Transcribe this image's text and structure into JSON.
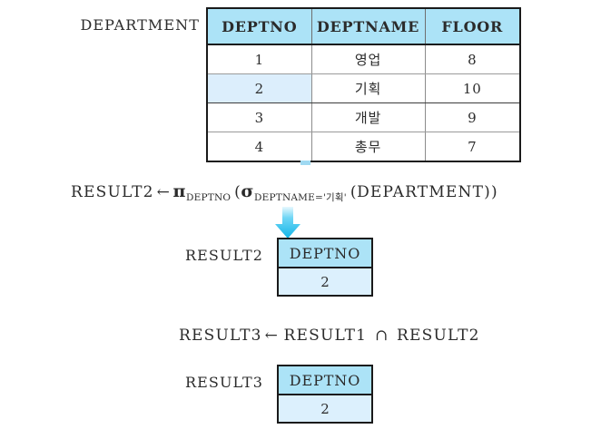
{
  "diagram": {
    "title_relation": "DEPARTMENT",
    "department_table": {
      "name": "DEPARTMENT",
      "columns": [
        "DEPTNO",
        "DEPTNAME",
        "FLOOR"
      ],
      "rows": [
        {
          "deptno": "1",
          "deptname": "영업",
          "floor": "8"
        },
        {
          "deptno": "2",
          "deptname": "기획",
          "floor": "10"
        },
        {
          "deptno": "3",
          "deptname": "개발",
          "floor": "9"
        },
        {
          "deptno": "4",
          "deptname": "총무",
          "floor": "7"
        }
      ],
      "highlighted_cell": "2"
    },
    "expression_result2": {
      "lhs": "RESULT2",
      "assign_arrow": "←",
      "project_op": "π",
      "project_subscript": "DEPTNO",
      "open_paren_1": "(",
      "select_op": "σ",
      "select_subscript": "DEPTNAME='기획'",
      "open_paren_2": "(",
      "operand": "DEPARTMENT",
      "close_parens": "))"
    },
    "flow_arrow": {
      "direction": "down",
      "color": "#29c5f6"
    },
    "result2_table": {
      "label": "RESULT2",
      "column": "DEPTNO",
      "value": "2"
    },
    "expression_result3": {
      "lhs": "RESULT3",
      "assign_arrow": "←",
      "left_operand": "RESULT1",
      "operator": "∩",
      "right_operand": "RESULT2"
    },
    "result3_table": {
      "label": "RESULT3",
      "column": "DEPTNO",
      "value": "2"
    },
    "colors": {
      "header_blue": "#ace3f7",
      "row_highlight_blue": "#dceefc",
      "cell_blue": "#dcf0fd",
      "arrow_cyan": "#29c5f6",
      "border_dark": "#1a1a1a",
      "border_light": "#9a9a9a",
      "text": "#2b2b2b"
    }
  }
}
